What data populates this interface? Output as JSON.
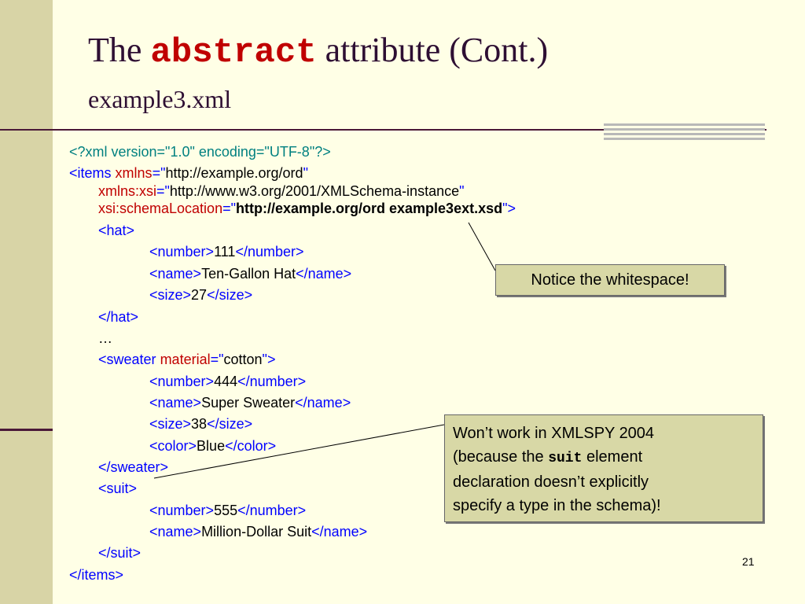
{
  "title": {
    "prefix": "The ",
    "code": "abstract",
    "suffix": " attribute (Cont.)",
    "subtitle": "example3.xml"
  },
  "code": {
    "xml_decl": "<?xml version=\"1.0\" encoding=\"UTF-8\"?>",
    "lt": "<",
    "gt": ">",
    "lt_slash": "</",
    "eq_q": "=\"",
    "q": "\"",
    "items_tag": "items",
    "xmlns_attr": "xmlns",
    "xmlns_val": "http://example.org/ord",
    "xsi_attr": "xmlns:xsi",
    "xsi_val": "http://www.w3.org/2001/XMLSchema-instance",
    "schema_attr": "xsi:schemaLocation",
    "schema_val": "http://example.org/ord example3ext.xsd",
    "hat_tag": "hat",
    "number_tag": "number",
    "name_tag": "name",
    "size_tag": "size",
    "color_tag": "color",
    "sweater_tag": "sweater",
    "material_attr": "material",
    "material_val": "cotton",
    "suit_tag": "suit",
    "hat_number": "111",
    "hat_name": "Ten-Gallon Hat",
    "hat_size": "27",
    "ellipsis": "…",
    "sweater_number": "444",
    "sweater_name": "Super Sweater",
    "sweater_size": "38",
    "sweater_color": "Blue",
    "suit_number": "555",
    "suit_name": "Million-Dollar Suit"
  },
  "callouts": {
    "whitespace": "Notice the whitespace!",
    "xmlspy_1": "Won’t work in XMLSPY 2004",
    "xmlspy_2a": "(because the ",
    "xmlspy_code": "suit",
    "xmlspy_2b": " element",
    "xmlspy_3": "declaration doesn’t explicitly",
    "xmlspy_4": "specify a type in the schema)!"
  },
  "page_number": "21",
  "colors": {
    "background": "#FFFFE6",
    "left_bar": "#D8D4A6",
    "title": "#2E0F33",
    "tag_blue": "#0000FF",
    "decl_teal": "#008080",
    "attr_red": "#C00000",
    "callout_bg": "#D8D8A6"
  }
}
